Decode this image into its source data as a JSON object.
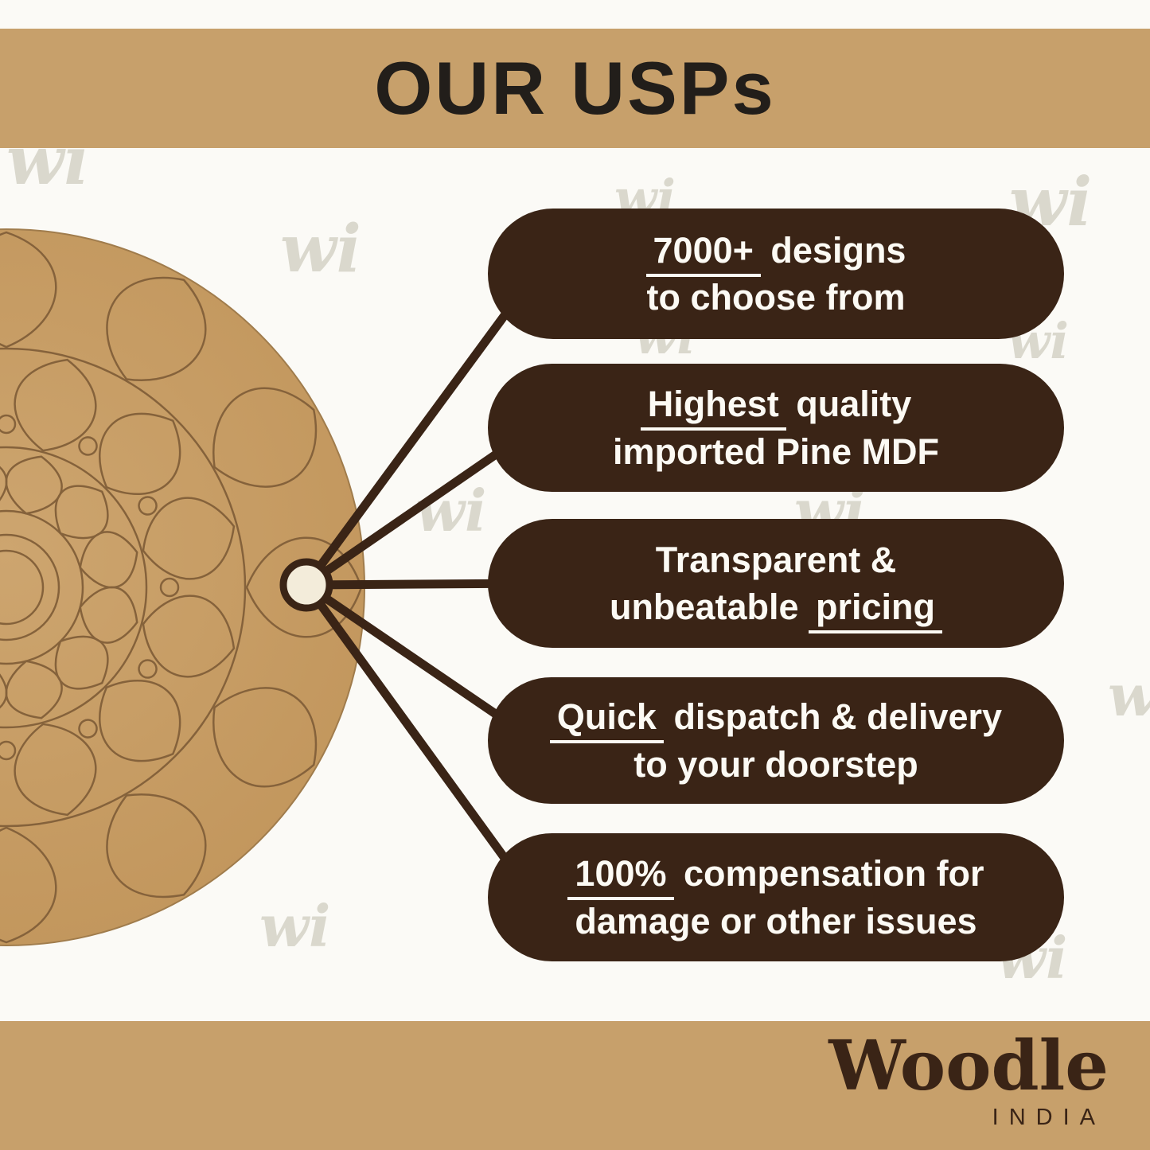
{
  "header": {
    "title": "OUR USPs"
  },
  "usps": [
    {
      "line1": {
        "pre": "",
        "u": "7000+",
        "post": " designs"
      },
      "line2": {
        "pre": "to choose from",
        "u": "",
        "post": ""
      }
    },
    {
      "line1": {
        "pre": "",
        "u": "Highest",
        "post": " quality"
      },
      "line2": {
        "pre": "imported Pine MDF",
        "u": "",
        "post": ""
      }
    },
    {
      "line1": {
        "pre": "Transparent &",
        "u": "",
        "post": ""
      },
      "line2": {
        "pre": "unbeatable ",
        "u": "pricing",
        "post": ""
      }
    },
    {
      "line1": {
        "pre": "",
        "u": "Quick",
        "post": " dispatch & delivery"
      },
      "line2": {
        "pre": "to your doorstep",
        "u": "",
        "post": ""
      }
    },
    {
      "line1": {
        "pre": "",
        "u": "100%",
        "post": " compensation for"
      },
      "line2": {
        "pre": "damage or other issues",
        "u": "",
        "post": ""
      }
    }
  ],
  "footer": {
    "logo_name": "Woodle",
    "logo_country": "INDIA"
  },
  "brand": {
    "watermark": "wi"
  },
  "colors": {
    "banner_tan": "#C7A06B",
    "pill_brown": "#3A2416",
    "board_mdf": "#C79E66",
    "engrave_line": "#85623B",
    "title_dark": "#221E1A",
    "pill_text": "#FCFAF4",
    "watermark_gray": "#DAD8CD"
  }
}
